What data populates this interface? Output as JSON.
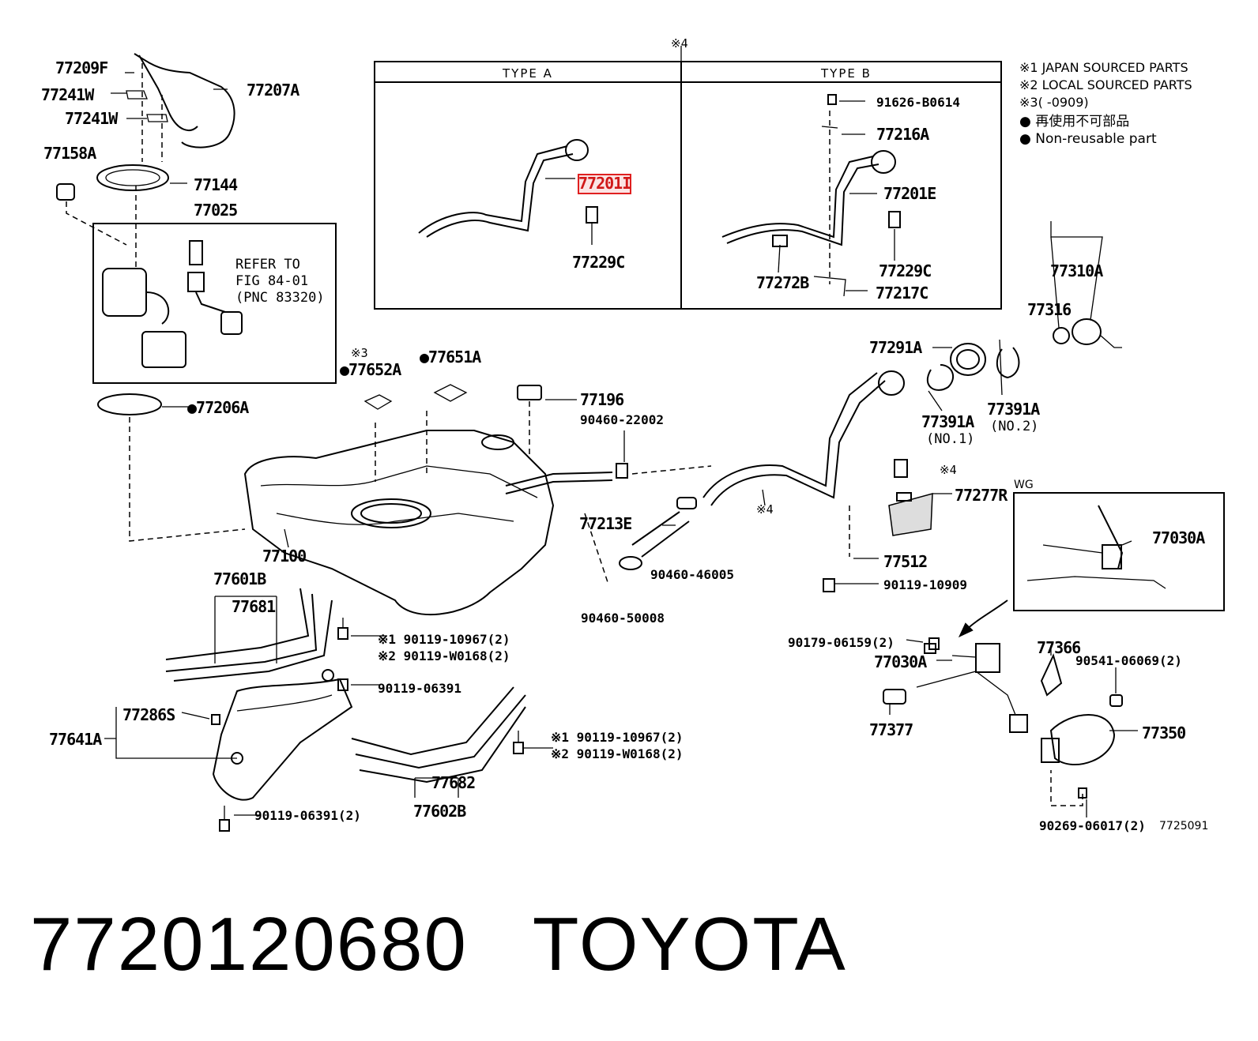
{
  "page": {
    "caption_part_number": "7720120680",
    "caption_brand": "TOYOTA",
    "diagram_id": "7725091"
  },
  "legend": {
    "note1": "※1 JAPAN SOURCED PARTS",
    "note2": "※2 LOCAL SOURCED PARTS",
    "note3": "※3(      -0909)",
    "note4_jp": "● 再使用不可部品",
    "note4_en": "● Non-reusable part"
  },
  "types": {
    "marker": "※4",
    "type_a": "TYPE  A",
    "type_b": "TYPE  B"
  },
  "refer_box": {
    "line1": "REFER TO",
    "line2": "FIG 84-01",
    "line3": "(PNC 83320)"
  },
  "labels": {
    "p77209F": "77209F",
    "p77207A": "77207A",
    "p77241W_1": "77241W",
    "p77241W_2": "77241W",
    "p77158A": "77158A",
    "p77144": "77144",
    "p77025": "77025",
    "p77206A": "●77206A",
    "p77652A_note": "※3",
    "p77652A": "●77652A",
    "p77651A": "●77651A",
    "p77196": "77196",
    "p90460_22002": "90460-22002",
    "p77100": "77100",
    "p77213E": "77213E",
    "p90460_46005": "90460-46005",
    "p90460_50008": "90460-50008",
    "p77601B": "77601B",
    "p77681": "77681",
    "p90119_10967_a1": "※1 90119-10967(2)",
    "p90119_W0168_a2": "※2 90119-W0168(2)",
    "p90119_06391": "90119-06391",
    "p77286S": "77286S",
    "p77641A": "77641A",
    "p90119_06391_2": "90119-06391(2)",
    "p90119_10967_b1": "※1 90119-10967(2)",
    "p90119_W0168_b2": "※2 90119-W0168(2)",
    "p77682": "77682",
    "p77602B": "77602B",
    "p77201_highlight": "77201I",
    "p77229C_a": "77229C",
    "p91626_B0614": "91626-B0614",
    "p77216A": "77216A",
    "p77201E": "77201E",
    "p77229C_b": "77229C",
    "p77272B": "77272B",
    "p77217C": "77217C",
    "p77291A": "77291A",
    "p77310A": "77310A",
    "p77316": "77316",
    "p77391A_1": "77391A",
    "p77391A_1n": "(NO.1)",
    "p77391A_2": "77391A",
    "p77391A_2n": "(NO.2)",
    "p_note4a": "※4",
    "p_note4b": "※4",
    "p77277R": "77277R",
    "p_wg": "WG",
    "p77030A_wg": "77030A",
    "p77512": "77512",
    "p90119_10909": "90119-10909",
    "p90179_06159": "90179-06159(2)",
    "p77030A": "77030A",
    "p77366": "77366",
    "p90541_06069": "90541-06069(2)",
    "p77377": "77377",
    "p77350": "77350",
    "p90269_06017": "90269-06017(2)"
  }
}
